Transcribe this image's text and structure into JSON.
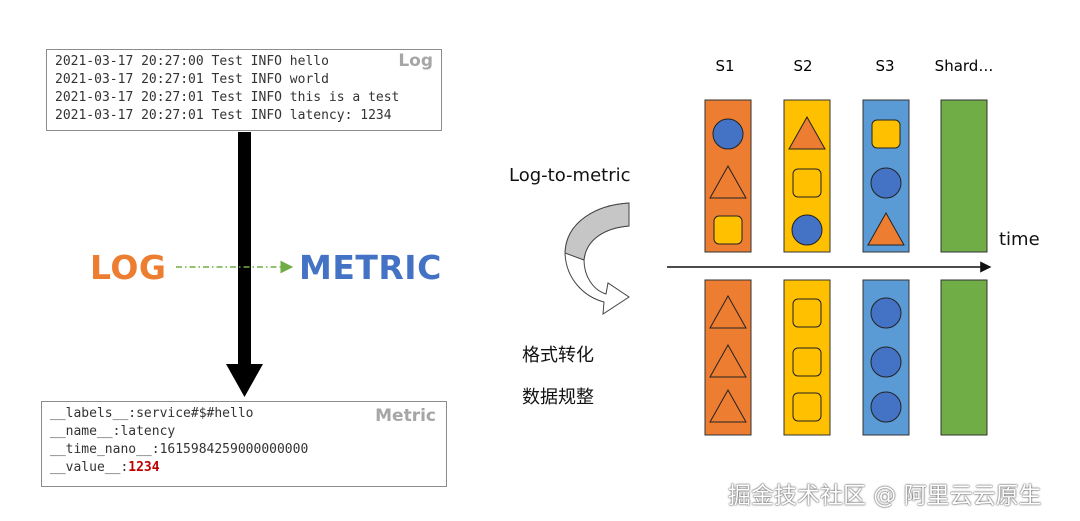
{
  "log_box": {
    "label": "Log",
    "lines": [
      "2021-03-17 20:27:00 Test INFO hello",
      "2021-03-17 20:27:01 Test INFO world",
      "2021-03-17 20:27:01 Test INFO this is a test",
      "2021-03-17 20:27:01 Test INFO latency: 1234"
    ]
  },
  "metric_box": {
    "label": "Metric",
    "lines": [
      "__labels__:service#$#hello",
      "__name__:latency",
      "__time_nano__:1615984259000000000",
      "__value__:"
    ],
    "value": "1234"
  },
  "flow": {
    "from": "LOG",
    "to": "METRIC",
    "colors": {
      "log": "#ed7d31",
      "metric": "#4472c4",
      "arrow": "#70ad47"
    }
  },
  "transform": {
    "title": "Log-to-metric",
    "line1": "格式转化",
    "line2": "数据规整"
  },
  "time_axis": {
    "label": "time"
  },
  "shards": [
    {
      "name": "S1",
      "color": "#ed7d31",
      "top": [
        "circle",
        "triangle",
        "square"
      ],
      "bottom": [
        "triangle",
        "triangle",
        "triangle"
      ]
    },
    {
      "name": "S2",
      "color": "#ffc000",
      "top": [
        "triangle",
        "square",
        "circle"
      ],
      "bottom": [
        "square",
        "square",
        "square"
      ]
    },
    {
      "name": "S3",
      "color": "#5b9bd5",
      "top": [
        "square",
        "circle",
        "triangle"
      ],
      "bottom": [
        "circle",
        "circle",
        "circle"
      ]
    },
    {
      "name": "Shard…",
      "color": "#70ad47",
      "top": [],
      "bottom": []
    }
  ],
  "shape_colors": {
    "circle": "#4472c4",
    "triangle": "#ed7d31",
    "square": "#ffc000"
  },
  "watermark": "掘金技术社区 @ 阿里云云原生"
}
